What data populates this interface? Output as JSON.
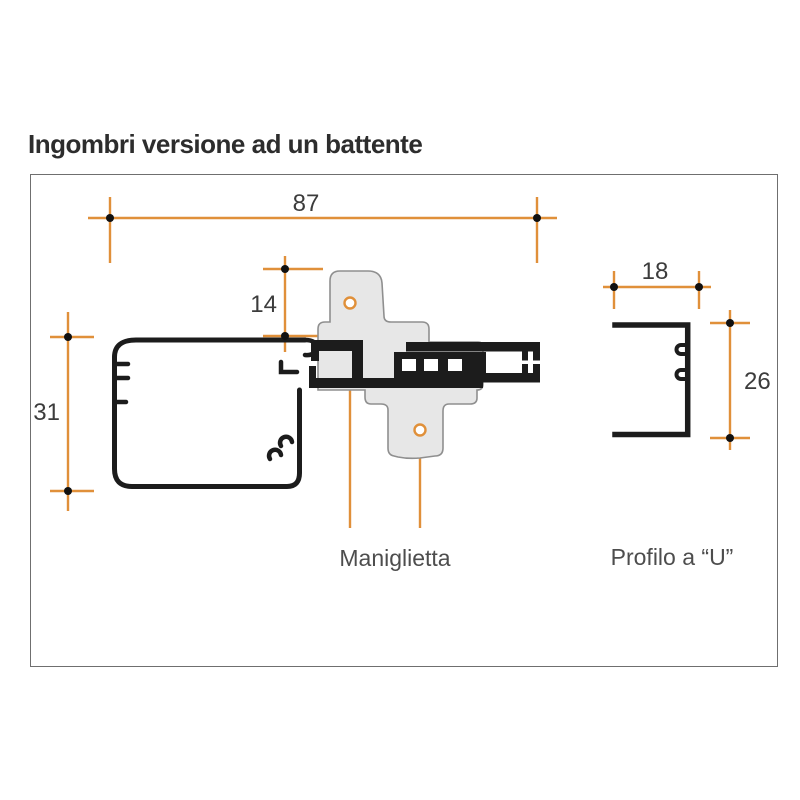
{
  "title": "Ingombri versione ad un battente",
  "figure": {
    "dims": {
      "total_width": "87",
      "handle_offset": "14",
      "frame_depth": "31",
      "u_width": "18",
      "u_height": "26"
    },
    "labels": {
      "handle": "Maniglietta",
      "u_profile": "Profilo a “U”"
    },
    "colors": {
      "dimension": "#E0903A",
      "profile": "#1C1C1C",
      "handle_fill": "#E7E7E7",
      "handle_stroke": "#8F8F8F",
      "label": "#4D4D4D",
      "dim_text": "#3C3C3C",
      "frame_border": "#6F6F6F"
    }
  }
}
